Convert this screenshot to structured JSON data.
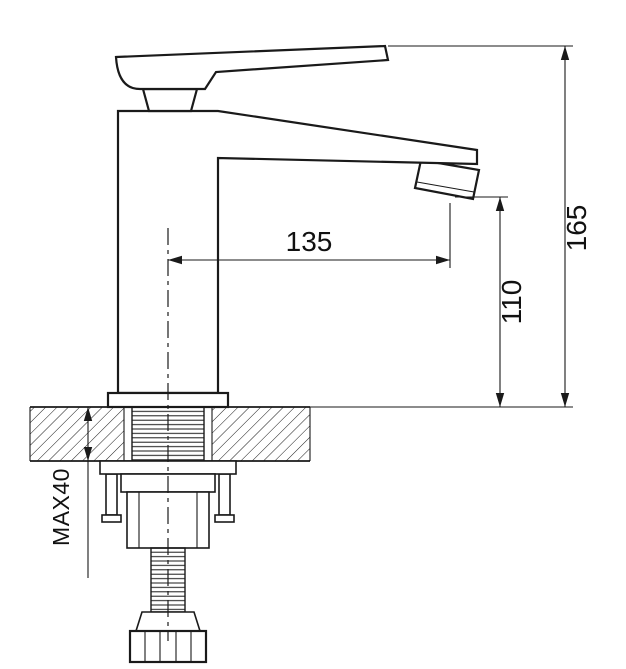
{
  "drawing": {
    "background": "#ffffff",
    "ink": "#1a1a1a",
    "labels": {
      "spout_reach": "135",
      "outlet_height": "110",
      "total_height": "165",
      "max_deck_thickness": "MAX40"
    }
  }
}
